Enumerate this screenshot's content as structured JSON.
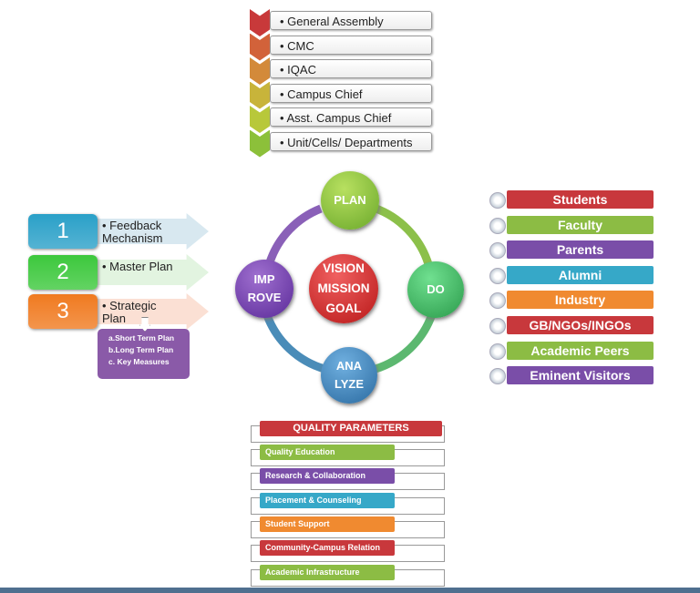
{
  "hierarchy": {
    "items": [
      {
        "label": "General Assembly",
        "color": "#c8393a"
      },
      {
        "label": "CMC",
        "color": "#d2623a"
      },
      {
        "label": "IQAC",
        "color": "#d38a3a"
      },
      {
        "label": "Campus Chief",
        "color": "#c8b43a"
      },
      {
        "label": "Asst. Campus Chief",
        "color": "#b8c83a"
      },
      {
        "label": "Unit/Cells/ Departments",
        "color": "#8cc03a"
      }
    ]
  },
  "plans": {
    "items": [
      {
        "number": "1",
        "label": "Feedback Mechanism",
        "color": "#2aa0c8",
        "arrow": "#d8e8f0"
      },
      {
        "number": "2",
        "label": "Master Plan",
        "color": "#3cc83c",
        "arrow": "#e2f4e0"
      },
      {
        "number": "3",
        "label": "Strategic Plan",
        "color": "#f07a20",
        "arrow": "#fbe0d4"
      }
    ],
    "sub_items": [
      "a.Short Term Plan",
      "b.Long Term Plan",
      "c. Key Measures"
    ]
  },
  "cycle": {
    "plan": "PLAN",
    "do": "DO",
    "analyze": "ANA LYZE",
    "improve": "IMP ROVE",
    "center": "VISION MISSION GOAL"
  },
  "stakeholders": {
    "items": [
      {
        "label": "Students",
        "color": "#c8383c"
      },
      {
        "label": "Faculty",
        "color": "#8cbc44"
      },
      {
        "label": "Parents",
        "color": "#7a4ea8"
      },
      {
        "label": "Alumni",
        "color": "#36a8c8"
      },
      {
        "label": "Industry",
        "color": "#f08a30"
      },
      {
        "label": "GB/NGOs/INGOs",
        "color": "#c8383c"
      },
      {
        "label": "Academic Peers",
        "color": "#8cbc44"
      },
      {
        "label": "Eminent Visitors",
        "color": "#7a4ea8"
      }
    ]
  },
  "quality": {
    "header": "QUALITY PARAMETERS",
    "items": [
      {
        "label": "Quality Education",
        "color": "#8cbc44"
      },
      {
        "label": "Research & Collaboration",
        "color": "#7a4ea8"
      },
      {
        "label": "Placement & Counseling",
        "color": "#36a8c8"
      },
      {
        "label": "Student Support",
        "color": "#f08a30"
      },
      {
        "label": "Community-Campus Relation",
        "color": "#c8383c"
      },
      {
        "label": "Academic Infrastructure",
        "color": "#8cbc44"
      }
    ]
  }
}
